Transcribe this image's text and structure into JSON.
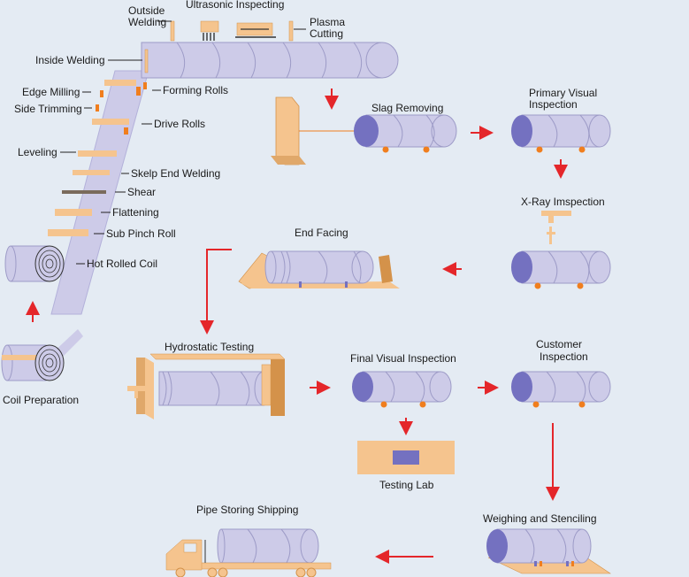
{
  "diagram": {
    "colors": {
      "background": "#e4ebf3",
      "pipe_body": "#cdcbe8",
      "pipe_stroke": "#9d9bc7",
      "pipe_end": "#7471c0",
      "equipment": "#f5c48e",
      "equipment_dark": "#d4924a",
      "arrow": "#e4262a",
      "roller": "#f07e1e"
    },
    "strip_labels": {
      "outside_welding_1": "Outside",
      "outside_welding_2": "Welding",
      "ultrasonic_inspecting": "Ultrasonic Inspecting",
      "plasma_cutting_1": "Plasma",
      "plasma_cutting_2": "Cutting",
      "inside_welding": "Inside Welding",
      "forming_rolls": "Forming Rolls",
      "edge_milling": "Edge Milling",
      "side_trimming": "Side Trimming",
      "drive_rolls": "Drive Rolls",
      "leveling": "Leveling",
      "skelp_end_welding": "Skelp End Welding",
      "shear": "Shear",
      "flattening": "Flattening",
      "sub_pinch_roll": "Sub Pinch Roll",
      "hot_rolled_coil": "Hot Rolled Coil",
      "coil_preparation": "Coil Preparation"
    },
    "steps": {
      "slag_removing": "Slag Removing",
      "primary_visual_1": "Primary Visual",
      "primary_visual_2": "Inspection",
      "xray": "X-Ray Imspection",
      "end_facing": "End Facing",
      "hydrostatic": "Hydrostatic Testing",
      "final_visual": "Final Visual Inspection",
      "customer_1": "Customer",
      "customer_2": "Inspection",
      "testing_lab": "Testing Lab",
      "weighing": "Weighing and Stenciling",
      "storing_shipping": "Pipe Storing Shipping"
    }
  }
}
